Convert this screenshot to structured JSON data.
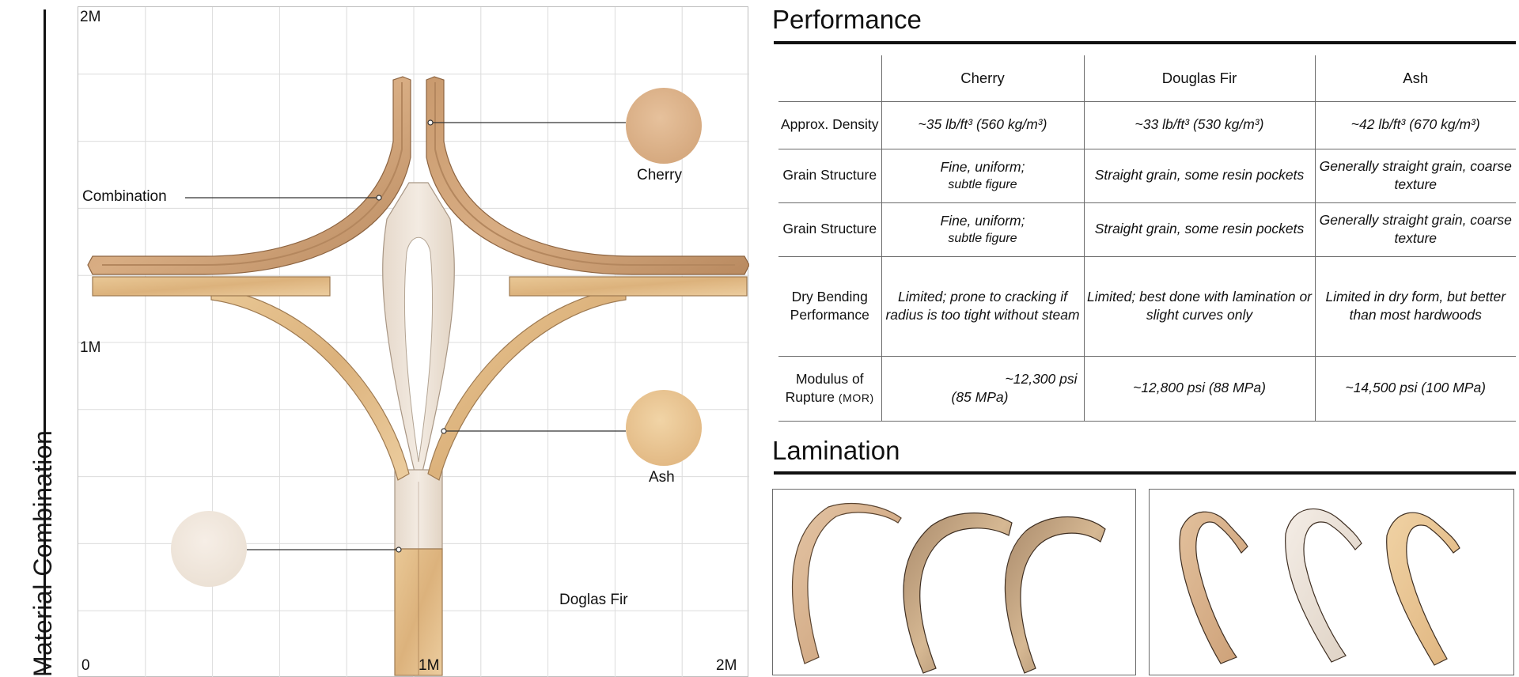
{
  "side_title": "Material Combination",
  "plan": {
    "axis_labels": {
      "y_top": "2M",
      "y_mid": "1M",
      "origin": "0",
      "x_mid": "1M",
      "x_right": "2M"
    },
    "callouts": {
      "combination": "Combination",
      "cherry": "Cherry",
      "ash": "Ash",
      "douglas_fir": "Doglas Fir"
    }
  },
  "performance": {
    "title": "Performance",
    "columns": [
      "Cherry",
      "Douglas Fir",
      "Ash"
    ],
    "rows": [
      {
        "label": "Approx. Density",
        "cells": [
          "~35 lb/ft³ (560 kg/m³)",
          "~33 lb/ft³ (530 kg/m³)",
          "~42 lb/ft³ (670 kg/m³)"
        ]
      },
      {
        "label": "Grain Structure",
        "cell0_a": "Fine, uniform;",
        "cell0_b": "subtle figure",
        "cells": [
          "Fine, uniform; subtle figure",
          "Straight grain, some resin pockets",
          "Generally straight grain, coarse texture"
        ]
      },
      {
        "label": "Grain Structure",
        "cell0_a": "Fine, uniform;",
        "cell0_b": "subtle figure",
        "cells": [
          "Fine, uniform; subtle figure",
          "Straight grain, some resin pockets",
          "Generally straight grain, coarse texture"
        ]
      },
      {
        "label": "Dry Bending Performance",
        "cells": [
          "Limited; prone to cracking if radius is too tight without steam",
          "Limited; best done with lamination or slight curves only",
          "Limited in dry form, but better than most hardwoods"
        ]
      },
      {
        "label_a": "Modulus of",
        "label_b": "Rupture",
        "label_c": "(MOR)",
        "cell0_a": "~12,300 psi",
        "cell0_b": "(85 MPa)",
        "cells": [
          "~12,300 psi (85 MPa)",
          "~12,800 psi (88 MPa)",
          "~14,500 psi (100 MPa)"
        ]
      }
    ]
  },
  "lamination": {
    "title": "Lamination"
  },
  "colors": {
    "cherry": "#d9ab80",
    "ash": "#e8c390",
    "douglas_fir": "#ece0d3",
    "grid": "#dcdcdc",
    "rule": "#111111"
  }
}
